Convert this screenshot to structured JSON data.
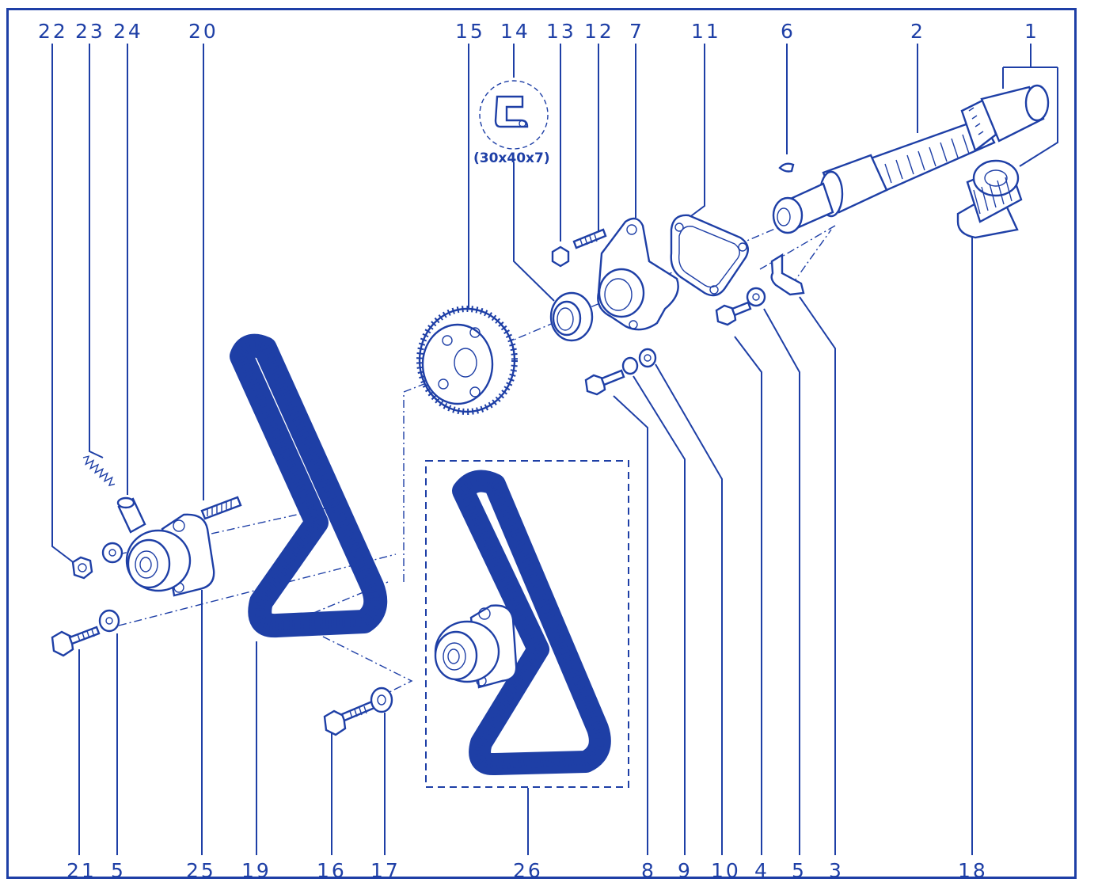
{
  "colors": {
    "ink": "#1e3fa6",
    "paper": "#ffffff"
  },
  "labels_top": {
    "l22": "22",
    "l23": "23",
    "l24": "24",
    "l20": "20",
    "l15": "15",
    "l14": "14",
    "l13": "13",
    "l12": "12",
    "l7": "7",
    "l11": "11",
    "l6": "6",
    "l2": "2",
    "l1": "1"
  },
  "labels_bottom": {
    "b21": "21",
    "b5a": "5",
    "b25": "25",
    "b19": "19",
    "b16": "16",
    "b17": "17",
    "b26": "26",
    "b8": "8",
    "b9": "9",
    "b10": "10",
    "b4": "4",
    "b5b": "5",
    "b3": "3",
    "b18": "18"
  },
  "seal_spec": "(30x40x7)"
}
